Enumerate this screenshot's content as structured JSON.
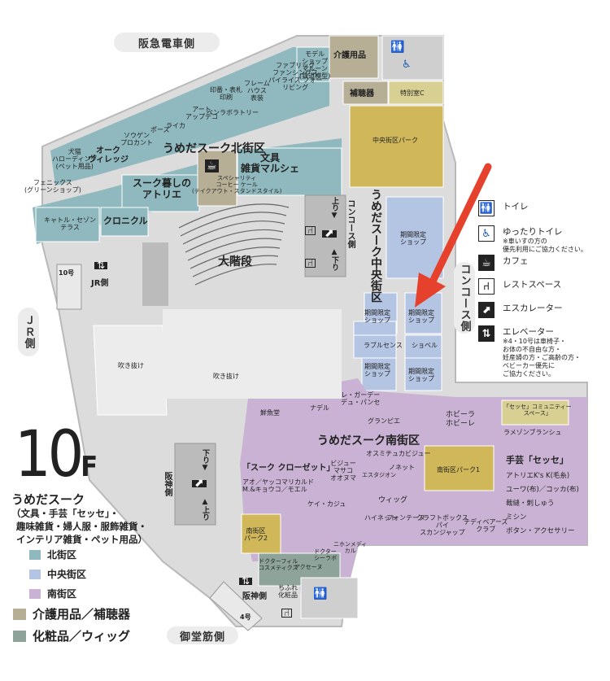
{
  "orientation": {
    "hankyu": "阪急電車側",
    "jr": "ＪＲ側",
    "concourse": "コンコース側",
    "midosuji": "御堂筋側"
  },
  "floor": {
    "number": "10",
    "suffix": "F",
    "name": "うめだスーク",
    "desc1": "（文具・手芸「セッセ」・",
    "desc2": "趣味雑貨・婦人服・服飾雑貨・",
    "desc3": "インテリア雑貨・ペット用品）"
  },
  "legend": [
    {
      "color": "#8fb9be",
      "label": "北街区"
    },
    {
      "color": "#b4c4e3",
      "label": "中央街区"
    },
    {
      "color": "#c9b2d4",
      "label": "南街区"
    },
    {
      "color": "#b6ae95",
      "label": "介護用品／補聴器"
    },
    {
      "color": "#8ea39a",
      "label": "化粧品／ウィッグ"
    }
  ],
  "icon_legend": [
    {
      "icon": "toilet-icon",
      "glyph": "🚻",
      "label": "トイレ"
    },
    {
      "icon": "accessible-toilet-icon",
      "glyph": "♿",
      "label": "ゆったりトイレ",
      "note": [
        "※車いすの方の",
        "優先利用にご協力ください。"
      ]
    },
    {
      "icon": "cafe-icon",
      "glyph": "☕",
      "label": "カフェ"
    },
    {
      "icon": "rest-space-icon",
      "glyph": "⑁",
      "label": "レストスペース"
    },
    {
      "icon": "escalator-icon",
      "glyph": "⬈",
      "label": "エスカレーター"
    },
    {
      "icon": "elevator-icon",
      "glyph": "⇅",
      "label": "エレベーター",
      "note": [
        "※4・10号は車椅子・",
        "お体の不自由な方・",
        "妊産婦の方・ご高齢の方・",
        "ベビーカー優先に",
        "ご協力ください。"
      ]
    }
  ],
  "areas": {
    "north": "うめだスーク北街区",
    "central": "うめだスーク中央街区",
    "south": "うめだスーク南街区",
    "daikaidan": "大階段",
    "fukinuke1": "吹き抜け",
    "fukinuke2": "吹き抜け",
    "jr_side": "JR側",
    "hanshin_side": "阪神側",
    "hanshin_side2": "阪神側",
    "up": "上り▼",
    "down": "▲下り",
    "up2": "▲上り",
    "down2": "下り▼",
    "concourse_in": "コンコース側"
  },
  "shops": {
    "kaigo": "介護用品",
    "hochouki": "補聴器",
    "tokubetsu": "特別室C",
    "chuo_park": "中央街区パーク",
    "nangai_park1": "南街区パーク1",
    "nangai_park2": [
      "南街区",
      "パーク2"
    ],
    "model": [
      "モデル",
      "ショップ",
      "マルーン",
      "(鉄道模型)"
    ],
    "fabric": [
      "ファブリック",
      "ファンシングス",
      "パイライズ フォー",
      "リビング"
    ],
    "frame": [
      "フレーム",
      "ハウス",
      "表装"
    ],
    "inpan": [
      "印番・表札",
      "印刷"
    ],
    "art": [
      "アート",
      "アップデコ"
    ],
    "pen": "ペンラボラトリー",
    "raika": "ライカ",
    "pose": "ポーズ",
    "sougen": [
      "ソウゲン",
      "プロカント"
    ],
    "oak": [
      "オーク",
      "ヴィレッジ"
    ],
    "inu": [
      "犬猫",
      "ハローディング",
      "(ペット用品)"
    ],
    "phoenix": [
      "フェニックス",
      "(グリーンショップ)"
    ],
    "bunmaru": [
      "文具",
      "雑貨マルシェ"
    ],
    "specialty": [
      "スペシャリティ",
      "コーヒー ケール",
      "(テイクアウト・スタンドスタイル)"
    ],
    "kurashi": [
      "スーク暮しの",
      "アトリエ"
    ],
    "catill": [
      "キャトル・セゾン",
      "テラス"
    ],
    "chronicle": "クロニクル",
    "kikan1": [
      "期間限定",
      "ショップ"
    ],
    "kikan2": [
      "期間限定",
      "ショップ"
    ],
    "kikan3": [
      "期間限定",
      "ショップ"
    ],
    "kikan4": [
      "期間限定",
      "ショップ"
    ],
    "kikan5": [
      "期間限定",
      "ショップ"
    ],
    "rabusu": "ラブルセンス",
    "shoberu": "ショベル",
    "ryouhin": "鮮魚堂",
    "nadeal": "ナデル",
    "reda": [
      "レ・ガーデー",
      "デュ・パンセ"
    ],
    "granpie": "グランピエ",
    "hobby": [
      "ホビーラ",
      "ホビーレ"
    ],
    "sesse_comm": [
      "「セッセ」コミュニティー",
      "スペース」"
    ],
    "ramen": "ラメゾンブランシュ",
    "bijou": "オスミチュカビジュー",
    "souk_closet": "「スーク クローゼット」",
    "ao": [
      "アオ／ヤッコマリカルド",
      "M.&キョウコ／モエル"
    ],
    "bijou2": [
      "ビジュー",
      "マサコ",
      "オオヌマ"
    ],
    "esta": "エスタジオン",
    "nonet": "ノネット",
    "kei": "ケイ・カジュ",
    "wig": "ウィッグ",
    "hinet": "ハイネット",
    "fontes": "フォンテーヌ",
    "craft": [
      "クラフトボックス",
      "パイ",
      "スカンジャップ"
    ],
    "tedy": [
      "テディベアーズ",
      "クラブ"
    ],
    "sesse": "手芸「セッセ」",
    "sesse_items": [
      "アトリエK's K(毛糸)",
      "ユーワ(布)／コッカ(布)",
      "裁縫・刺しゅう",
      "ミシン",
      "ボタン・アクセサリー"
    ],
    "doctor": [
      "ドクターフィル",
      "コスメティクス"
    ],
    "acces": "アクセーヌ",
    "doctor2": [
      "ドクター",
      "シーラボ"
    ],
    "chihiro": [
      "ちふれ",
      "化粧品"
    ],
    "nihon": [
      "ニホンメディ",
      "カル"
    ],
    "ten_ev": "10号",
    "four_ev": "4号"
  }
}
